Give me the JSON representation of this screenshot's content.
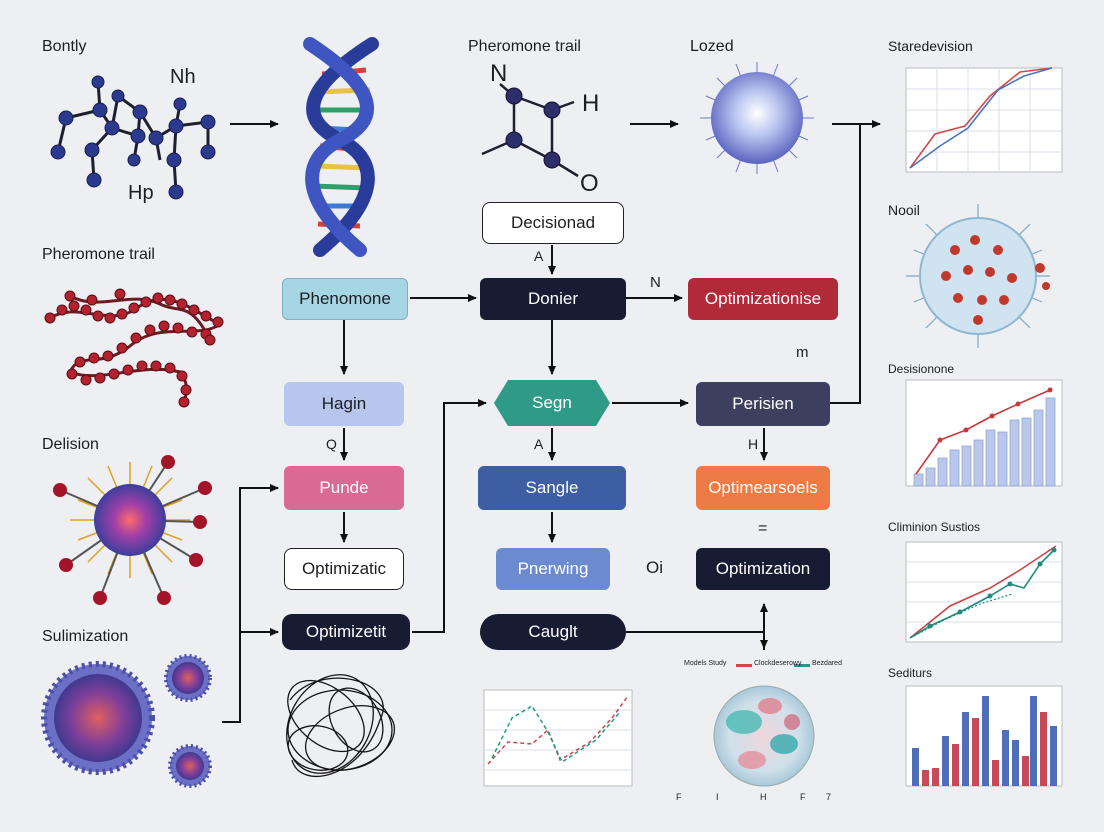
{
  "labels": {
    "bontly": "Bontly",
    "nh": "Nh",
    "hp": "Hp",
    "pheromone_trail_left": "Pheromone trail",
    "delision": "Delision",
    "sulimization": "Sulimization",
    "pheromone_trail_top": "Pheromone trail",
    "mol_n": "N",
    "mol_h": "H",
    "mol_o": "O",
    "lozed": "Lozed",
    "edge_a1": "A",
    "edge_n": "N",
    "edge_m": "m",
    "edge_q": "Q",
    "edge_a2": "A",
    "edge_h": "H",
    "edge_eq": "=",
    "edge_oi": "Oi"
  },
  "nodes": {
    "decisionad": "Decisionad",
    "pheromone": "Phenomone",
    "donier": "Donier",
    "optimizationise": "Optimizationise",
    "hagin": "Hagin",
    "segn": "Segn",
    "perisien": "Perisien",
    "punde": "Punde",
    "sangle": "Sangle",
    "optimearsoels": "Optimearsoels",
    "optimizatic": "Optimizatic",
    "pnerwing": "Pnerwing",
    "optimization": "Optimization",
    "optimizetit": "Optimizetit",
    "caught": "Cauglt"
  },
  "right_panel": {
    "staredevision": "Staredevision",
    "nooil": "Nooil",
    "desisionone": "Desisionone",
    "climinion_sustios": "Climinion Sustios",
    "sediturs": "Sediturs"
  },
  "bottom_legend": {
    "item1": "Models Study",
    "item2": "Clockdeserowy",
    "item3": "Bezdared",
    "ticks": [
      "F",
      "I",
      "H",
      "F",
      "7"
    ]
  },
  "colors": {
    "dark": "#181c33",
    "pheromone": "#a6d5e4",
    "hagin": "#b6c6ec",
    "punde": "#d86a94",
    "segn": "#2f9a86",
    "sangle": "#3e5ea4",
    "pnerwing": "#6c8ad0",
    "optimizationise": "#b12a39",
    "optimearsoels": "#ee7b45",
    "perisien": "#3d3f5e"
  }
}
